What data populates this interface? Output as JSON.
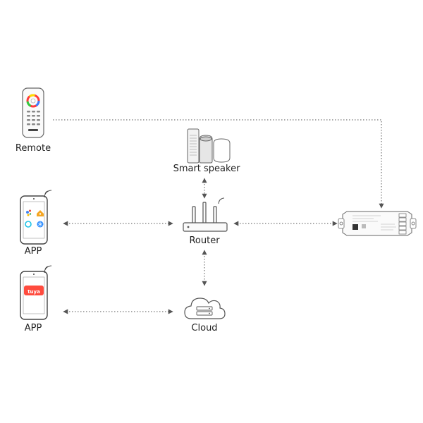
{
  "nodes": {
    "remote": {
      "label": "Remote"
    },
    "smart_speaker": {
      "label": "Smart speaker"
    },
    "router": {
      "label": "Router"
    },
    "app_top": {
      "label": "APP"
    },
    "app_bottom": {
      "label": "APP",
      "logo_text": "tuya"
    },
    "cloud": {
      "label": "Cloud"
    },
    "controller": {
      "label": ""
    }
  },
  "connections": [
    {
      "from": "remote",
      "to": "controller",
      "style": "dotted",
      "arrow": "end"
    },
    {
      "from": "app_top",
      "to": "router",
      "style": "dotted",
      "arrow": "both"
    },
    {
      "from": "router",
      "to": "controller",
      "style": "dotted",
      "arrow": "both"
    },
    {
      "from": "smart_speaker",
      "to": "router",
      "style": "dotted",
      "arrow": "both"
    },
    {
      "from": "router",
      "to": "cloud",
      "style": "dotted",
      "arrow": "both"
    },
    {
      "from": "app_bottom",
      "to": "cloud",
      "style": "dotted",
      "arrow": "both"
    }
  ],
  "colors": {
    "line": "#555555",
    "tuya_red": "#ff4b3e",
    "alexa_blue": "#1ec3e6",
    "home_orange": "#f5a623"
  }
}
